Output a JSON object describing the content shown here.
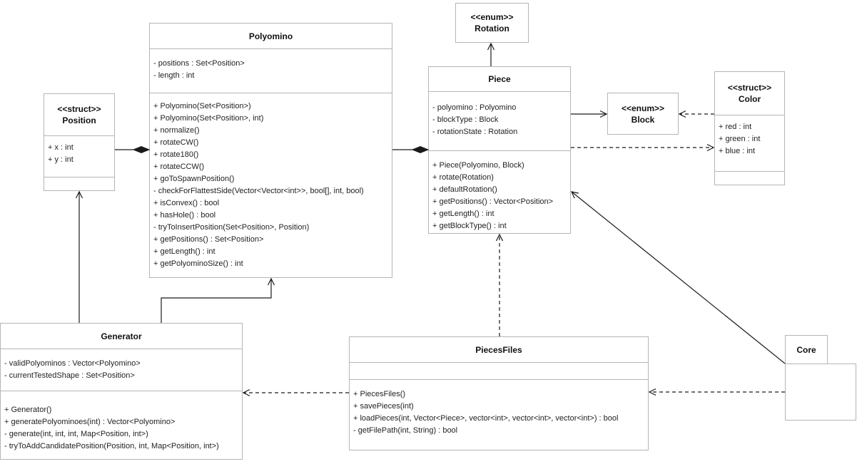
{
  "diagram": {
    "title": "Polyomino / Piece UML class diagram",
    "background_color": "#ffffff",
    "box_border_color": "#b5b5b5",
    "line_color": "#1a1a1a",
    "text_color": "#222222"
  },
  "classes": {
    "polyomino": {
      "name": "Polyomino",
      "attributes": [
        "- positions : Set<Position>",
        "- length : int"
      ],
      "methods": [
        "+ Polyomino(Set<Position>)",
        "+ Polyomino(Set<Position>, int)",
        "+ normalize()",
        "+ rotateCW()",
        "+ rotate180()",
        "+ rotateCCW()",
        "+ goToSpawnPosition()",
        "- checkForFlattestSide(Vector<Vector<int>>, bool[], int, bool)",
        "+ isConvex() : bool",
        "+ hasHole() : bool",
        "- tryToInsertPosition(Set<Position>, Position)",
        "+ getPositions() : Set<Position>",
        "+ getLength() : int",
        "+ getPolyominoSize() : int"
      ]
    },
    "position": {
      "stereotype": "<<struct>>",
      "name": "Position",
      "attributes": [
        "+ x : int",
        "+ y : int"
      ],
      "methods": []
    },
    "rotation": {
      "stereotype": "<<enum>>",
      "name": "Rotation"
    },
    "piece": {
      "name": "Piece",
      "attributes": [
        "- polyomino : Polyomino",
        "- blockType : Block",
        "- rotationState : Rotation"
      ],
      "methods": [
        "+ Piece(Polyomino, Block)",
        "+ rotate(Rotation)",
        "+ defaultRotation()",
        "+ getPositions() : Vector<Position>",
        "+ getLength() : int",
        "+ getBlockType() : int"
      ]
    },
    "block": {
      "stereotype": "<<enum>>",
      "name": "Block"
    },
    "color": {
      "stereotype": "<<struct>>",
      "name": "Color",
      "attributes": [
        "+ red : int",
        "+ green : int",
        "+ blue : int"
      ],
      "methods": []
    },
    "generator": {
      "name": "Generator",
      "attributes": [
        "- validPolyominos : Vector<Polyomino>",
        "- currentTestedShape : Set<Position>"
      ],
      "methods": [
        "+ Generator()",
        "+ generatePolyominoes(int) : Vector<Polyomino>",
        "- generate(int, int, int, Map<Position, int>)",
        "- tryToAddCandidatePosition(Position, int, Map<Position, int>)"
      ]
    },
    "pieces_files": {
      "name": "PiecesFiles",
      "attributes": [],
      "methods": [
        "+ PiecesFiles()",
        "+ savePieces(int)",
        "+ loadPieces(int, Vector<Piece>, vector<int>, vector<int>, vector<int>) : bool",
        "- getFilePath(int, String) : bool"
      ]
    },
    "core": {
      "name": "Core"
    }
  },
  "relationships": [
    {
      "whole": "Polyomino",
      "part": "Position",
      "type": "composition",
      "line": "solid"
    },
    {
      "whole": "Piece",
      "part": "Polyomino",
      "type": "composition",
      "line": "solid"
    },
    {
      "from": "Piece",
      "to": "Rotation",
      "type": "association-arrow",
      "line": "solid"
    },
    {
      "from": "Piece",
      "to": "Block",
      "type": "association-arrow",
      "line": "solid"
    },
    {
      "from": "Color",
      "to": "Block",
      "type": "dependency",
      "line": "dashed"
    },
    {
      "from": "Piece",
      "to": "Color",
      "type": "dependency",
      "line": "dashed"
    },
    {
      "from": "Generator",
      "to": "Position",
      "type": "association-arrow",
      "line": "solid"
    },
    {
      "from": "Generator",
      "to": "Polyomino",
      "type": "association-arrow",
      "line": "solid"
    },
    {
      "from": "PiecesFiles",
      "to": "Piece",
      "type": "dependency",
      "line": "dashed"
    },
    {
      "from": "PiecesFiles",
      "to": "Generator",
      "type": "dependency",
      "line": "dashed"
    },
    {
      "from": "Core",
      "to": "PiecesFiles",
      "type": "dependency",
      "line": "dashed"
    },
    {
      "from": "Core",
      "to": "Piece",
      "type": "association-arrow",
      "line": "solid"
    }
  ]
}
